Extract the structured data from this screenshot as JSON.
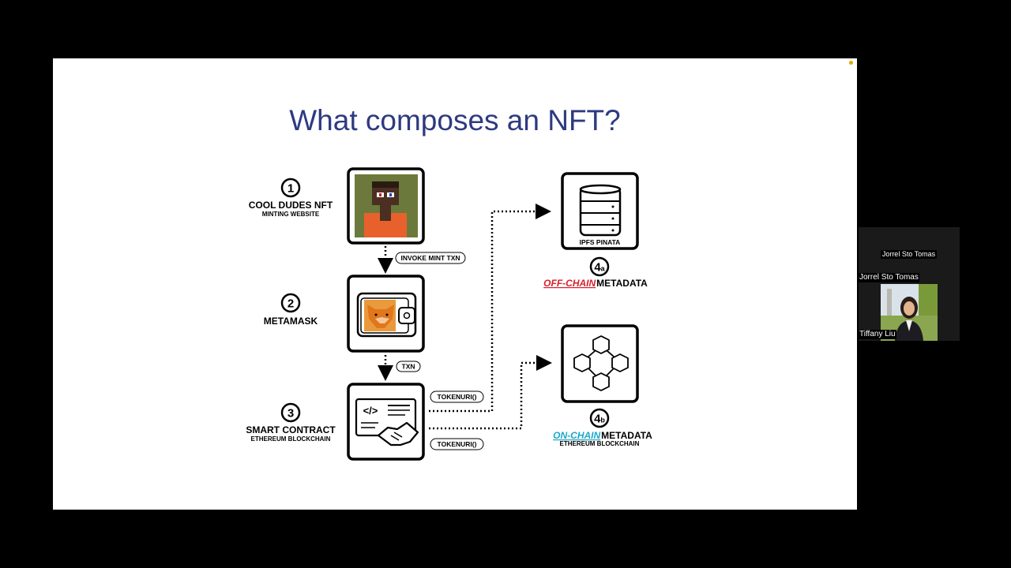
{
  "slide": {
    "title": "What composes an NFT?"
  },
  "steps": [
    {
      "number": "1",
      "title": "COOL DUDES NFT",
      "subtitle": "MINTING WEBSITE"
    },
    {
      "number": "2",
      "title": "METAMASK"
    },
    {
      "number": "3",
      "title": "SMART CONTRACT",
      "subtitle": "ETHEREUM BLOCKCHAIN"
    }
  ],
  "arrows": {
    "invoke": "INVOKE MINT TXN",
    "txn": "TXN",
    "tokenuri_top": "TOKENURI()",
    "tokenuri_bottom": "TOKENURI()"
  },
  "targets": {
    "ipfs": {
      "box_label": "IPFS PINATA",
      "number": "4",
      "suffix": "a",
      "highlight": "OFF-CHAIN",
      "rest": "METADATA"
    },
    "chain": {
      "number": "4",
      "suffix": "b",
      "highlight": "ON-CHAIN",
      "rest": "METADATA",
      "subtitle": "ETHEREUM BLOCKCHAIN"
    }
  },
  "colors": {
    "title": "#2e3a80",
    "off_chain": "#d61f2c",
    "on_chain": "#19a9c9"
  },
  "participants": {
    "host_name": "Jorrel Sto Tomas",
    "host_label": "Jorrel Sto Tomas",
    "speaker_name": "Tiffany Liu"
  }
}
